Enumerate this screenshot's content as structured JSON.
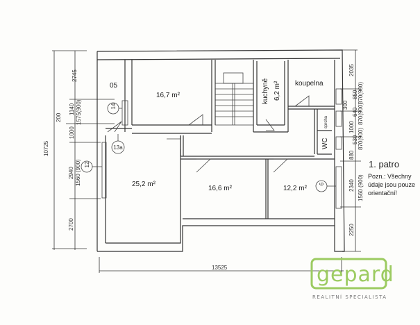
{
  "plan": {
    "title": "1. patro",
    "note_lines": [
      "Pozn.: Všechny",
      "údaje jsou pouze",
      "orientační!"
    ],
    "rooms": [
      {
        "id": "05",
        "label": "05"
      },
      {
        "id": "room-16-7",
        "label": "16,7 m²"
      },
      {
        "id": "kuchyne",
        "label": "kuchyně",
        "area": "6,2 m²"
      },
      {
        "id": "koupelna",
        "label": "koupelna"
      },
      {
        "id": "sprcha",
        "label": "sprcha"
      },
      {
        "id": "wc",
        "label": "WC"
      },
      {
        "id": "room-25-2",
        "label": "25,2 m²"
      },
      {
        "id": "room-16-6",
        "label": "16,6 m²"
      },
      {
        "id": "room-12-2",
        "label": "12,2 m²"
      }
    ],
    "markers": [
      "14",
      "13a",
      "12",
      "9"
    ],
    "dimensions": {
      "total_width": "13525",
      "total_height": "10725",
      "left_outer": [
        "2745",
        "200",
        "1000",
        "2940",
        "2700"
      ],
      "left_inner": [
        "1140",
        "1575(900)",
        "1560 (900)"
      ],
      "right_outer": [
        "2035",
        "300",
        "1000",
        "880",
        "2340",
        "2250"
      ],
      "right_inner": [
        "850",
        "870(900)",
        "640",
        "870(900)",
        "530",
        "870(900)",
        "1560 (900)"
      ]
    }
  },
  "logo": {
    "name": "gepard",
    "tagline": "REALITNÍ SPECIALISTA",
    "color": "#9ccb61"
  }
}
